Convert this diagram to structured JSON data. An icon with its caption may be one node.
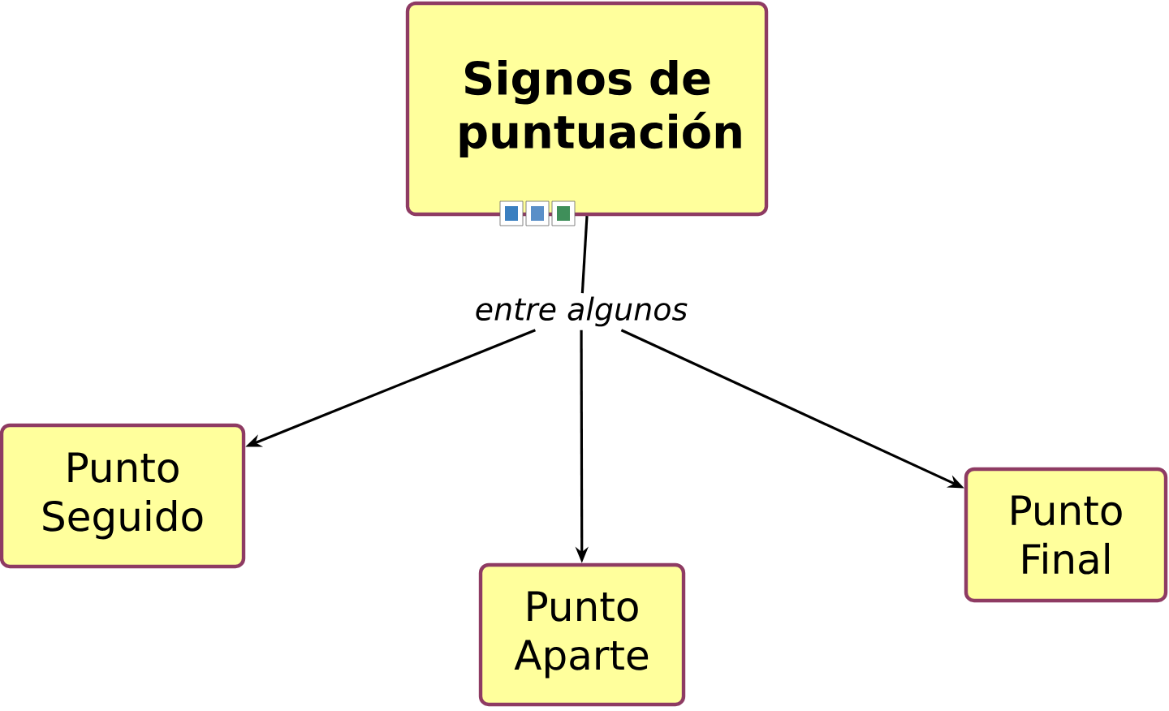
{
  "diagram": {
    "nodes": [
      {
        "text": [
          "Signos de puntuación"
        ]
      },
      {
        "text": [
          "entre algunos"
        ]
      },
      {
        "text": [
          "Punto Seguido"
        ]
      },
      {
        "text": [
          "Punto Aparte"
        ]
      },
      {
        "text": [
          "Punto Final"
        ]
      }
    ],
    "edges": [
      {
        "from": 0,
        "to": 1,
        "arrow": "none"
      },
      {
        "from": 1,
        "to": 2,
        "arrow": "to"
      },
      {
        "from": 1,
        "to": 3,
        "arrow": "to"
      },
      {
        "from": 1,
        "to": 4,
        "arrow": "to"
      }
    ]
  }
}
